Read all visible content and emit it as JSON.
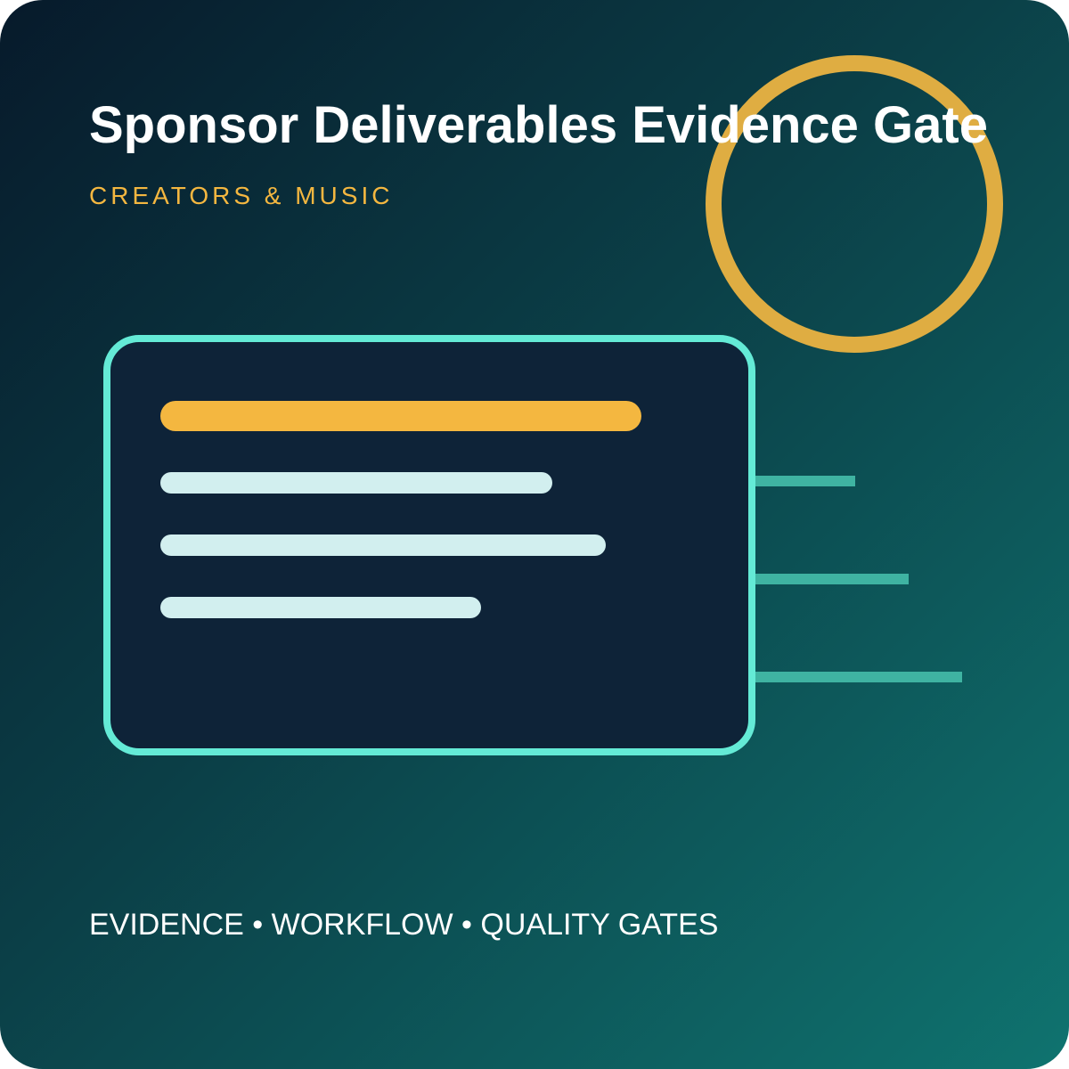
{
  "header": {
    "title": "Sponsor Deliverables Evidence Gate",
    "category": "CREATORS & MUSIC"
  },
  "footer": {
    "tags": "EVIDENCE • WORKFLOW • QUALITY GATES"
  },
  "colors": {
    "background_start": "#071a2b",
    "background_end": "#0f736f",
    "accent": "#f4b740",
    "ring": "#dfad42",
    "card_border": "#64ead6",
    "card_fill": "#0e2338",
    "line_fill": "#d2efef",
    "connector": "#3fb3a2"
  },
  "decorations": {
    "ring_icon": "circle-ring",
    "card_icon": "document-card"
  }
}
